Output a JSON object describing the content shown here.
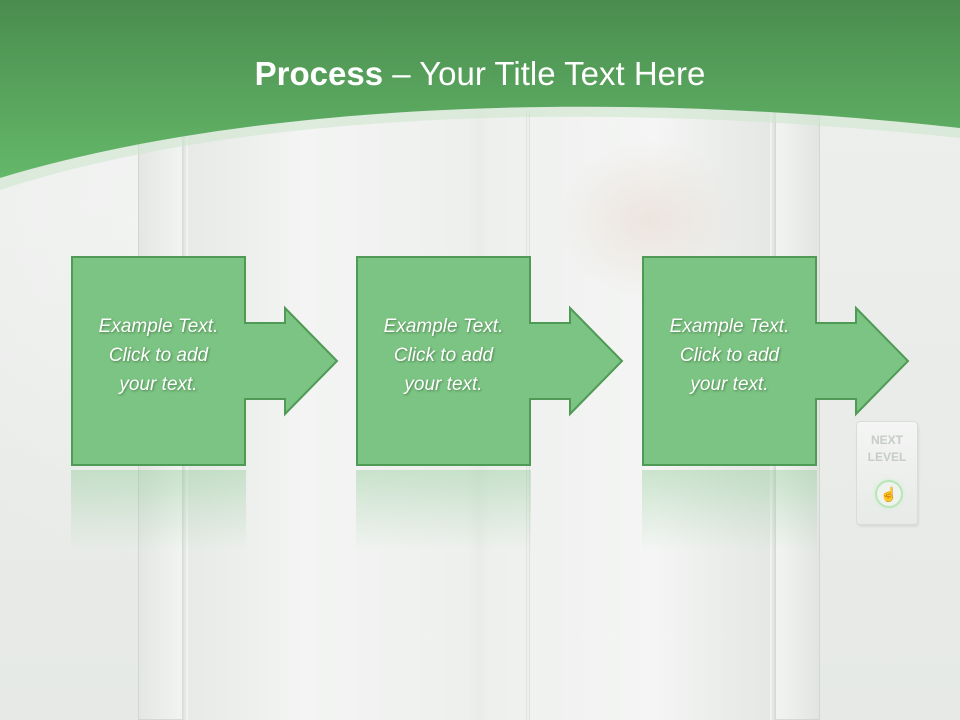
{
  "slide": {
    "title_strong": "Process",
    "title_rest": " – Your Title Text Here"
  },
  "steps": [
    {
      "text": "Example Text.\nClick  to add\nyour text."
    },
    {
      "text": "Example Text.\nClick  to add\nyour text."
    },
    {
      "text": "Example Text.\nClick  to add\nyour text."
    }
  ],
  "panel": {
    "label": "NEXT\nLEVEL"
  },
  "colors": {
    "header_dark": "#4a8c4e",
    "header_light": "#64b86a",
    "box_fill": "#7cc483",
    "box_stroke": "#4f9a55"
  }
}
